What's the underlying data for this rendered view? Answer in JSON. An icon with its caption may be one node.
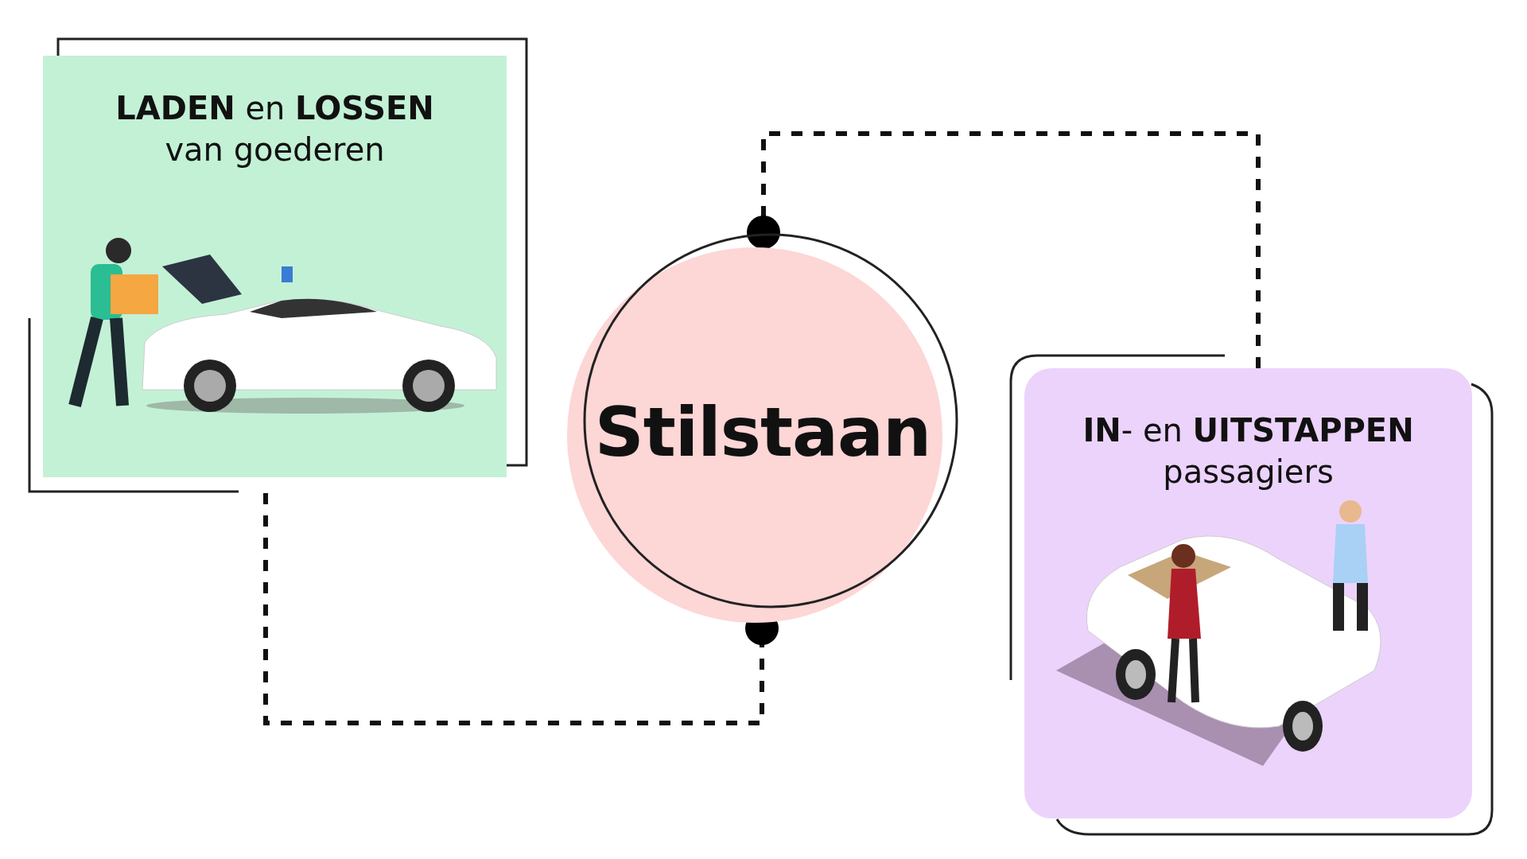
{
  "diagram": {
    "nodes": [
      {
        "text": [
          "**LADEN** en **LOSSEN** van goederen"
        ]
      },
      {
        "text": [
          "Stilstaan"
        ]
      },
      {
        "text": [
          "**IN**- en **UITSTAPPEN** passagiers"
        ]
      }
    ],
    "edges": [
      {
        "from": 0,
        "to": 1,
        "arrow": "other",
        "style": "dashed"
      },
      {
        "from": 2,
        "to": 1,
        "arrow": "other",
        "style": "dashed"
      }
    ]
  }
}
